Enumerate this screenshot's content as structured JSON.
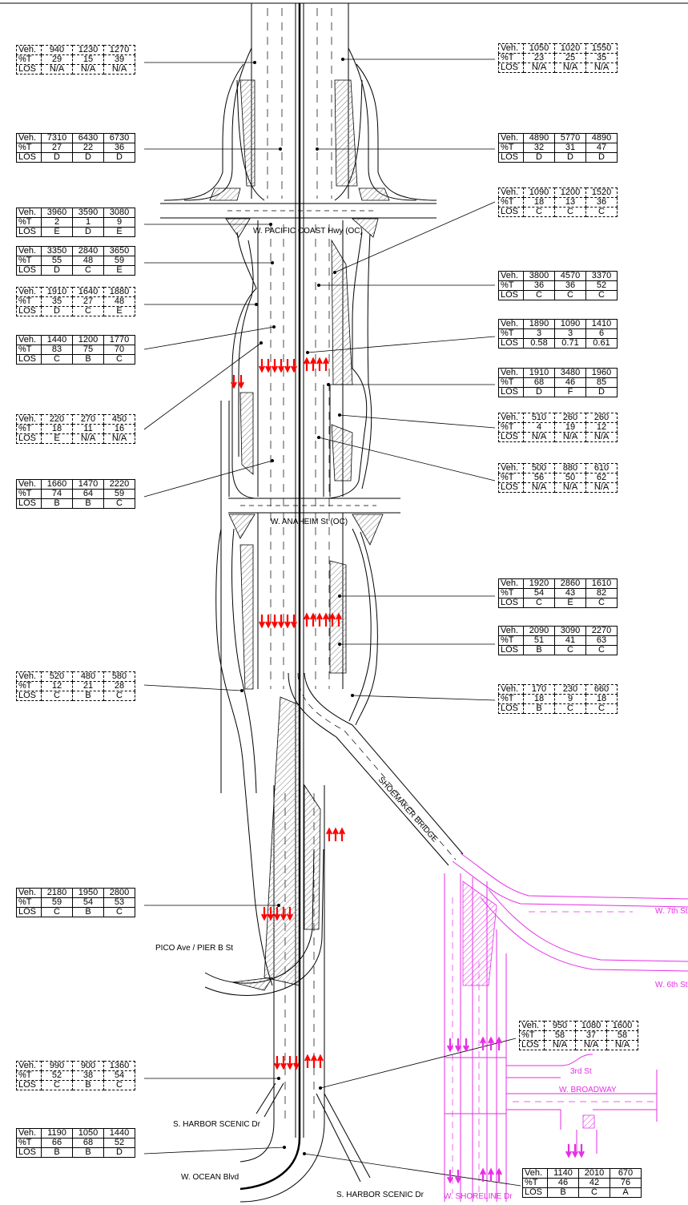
{
  "colors": {
    "ink": "#000000",
    "arrow": "#ff0000",
    "local": "#e62ee6",
    "hatch": "#888888"
  },
  "labels": {
    "pch": "W. PACIFIC COAST Hwy (OC)",
    "anaheim": "W. ANAHEIM St (OC)",
    "shoemaker": "SHOEMAKER BRIDGE",
    "pico": "PICO Ave / PIER B St",
    "harbor1": "S. HARBOR SCENIC Dr",
    "harbor2": "S. HARBOR SCENIC Dr",
    "ocean": "W. OCEAN Blvd",
    "shoreline": "W. SHORELINE Dr",
    "seventh": "W. 7th St",
    "sixth": "W. 6th St",
    "third": "3rd St",
    "broadway": "W. BROADWAY"
  },
  "row_headers": {
    "veh": "Veh.",
    "pt": "%T",
    "los": "LOS"
  },
  "tables": [
    {
      "id": "t1",
      "veh": [
        "940",
        "1230",
        "1270"
      ],
      "pt": [
        "29",
        "15",
        "39"
      ],
      "los": [
        "N/A",
        "N/A",
        "N/A"
      ]
    },
    {
      "id": "t2",
      "veh": [
        "7310",
        "6430",
        "6730"
      ],
      "pt": [
        "27",
        "22",
        "36"
      ],
      "los": [
        "D",
        "D",
        "D"
      ]
    },
    {
      "id": "t3",
      "veh": [
        "3960",
        "3590",
        "3080"
      ],
      "pt": [
        "2",
        "1",
        "9"
      ],
      "los": [
        "E",
        "D",
        "E"
      ]
    },
    {
      "id": "t4",
      "veh": [
        "3350",
        "2840",
        "3650"
      ],
      "pt": [
        "55",
        "48",
        "59"
      ],
      "los": [
        "D",
        "C",
        "E"
      ]
    },
    {
      "id": "t5",
      "veh": [
        "1910",
        "1640",
        "1880"
      ],
      "pt": [
        "35",
        "27",
        "48"
      ],
      "los": [
        "D",
        "C",
        "E"
      ]
    },
    {
      "id": "t6",
      "veh": [
        "1440",
        "1200",
        "1770"
      ],
      "pt": [
        "83",
        "75",
        "70"
      ],
      "los": [
        "C",
        "B",
        "C"
      ]
    },
    {
      "id": "t7",
      "veh": [
        "220",
        "270",
        "450"
      ],
      "pt": [
        "18",
        "11",
        "16"
      ],
      "los": [
        "E",
        "N/A",
        "N/A"
      ]
    },
    {
      "id": "t8",
      "veh": [
        "1660",
        "1470",
        "2220"
      ],
      "pt": [
        "74",
        "64",
        "59"
      ],
      "los": [
        "B",
        "B",
        "C"
      ]
    },
    {
      "id": "t9",
      "veh": [
        "520",
        "480",
        "580"
      ],
      "pt": [
        "12",
        "21",
        "28"
      ],
      "los": [
        "C",
        "B",
        "C"
      ]
    },
    {
      "id": "t10",
      "veh": [
        "2180",
        "1950",
        "2800"
      ],
      "pt": [
        "59",
        "54",
        "53"
      ],
      "los": [
        "C",
        "B",
        "C"
      ]
    },
    {
      "id": "t11",
      "veh": [
        "990",
        "900",
        "1360"
      ],
      "pt": [
        "52",
        "38",
        "54"
      ],
      "los": [
        "C",
        "B",
        "C"
      ]
    },
    {
      "id": "t12",
      "veh": [
        "1190",
        "1050",
        "1440"
      ],
      "pt": [
        "66",
        "68",
        "52"
      ],
      "los": [
        "B",
        "B",
        "D"
      ]
    },
    {
      "id": "t13",
      "veh": [
        "1050",
        "1020",
        "1550"
      ],
      "pt": [
        "23",
        "25",
        "35"
      ],
      "los": [
        "N/A",
        "N/A",
        "N/A"
      ]
    },
    {
      "id": "t14",
      "veh": [
        "4890",
        "5770",
        "4890"
      ],
      "pt": [
        "32",
        "31",
        "47"
      ],
      "los": [
        "D",
        "D",
        "D"
      ]
    },
    {
      "id": "t15",
      "veh": [
        "1090",
        "1200",
        "1520"
      ],
      "pt": [
        "18",
        "13",
        "36"
      ],
      "los": [
        "C",
        "C",
        "C"
      ]
    },
    {
      "id": "t16",
      "veh": [
        "3800",
        "4570",
        "3370"
      ],
      "pt": [
        "36",
        "36",
        "52"
      ],
      "los": [
        "C",
        "C",
        "C"
      ]
    },
    {
      "id": "t17",
      "veh": [
        "1890",
        "1090",
        "1410"
      ],
      "pt": [
        "3",
        "3",
        "6"
      ],
      "los": [
        "0.58",
        "0.71",
        "0.61"
      ]
    },
    {
      "id": "t18",
      "veh": [
        "1910",
        "3480",
        "1960"
      ],
      "pt": [
        "68",
        "46",
        "85"
      ],
      "los": [
        "D",
        "F",
        "D"
      ]
    },
    {
      "id": "t19",
      "veh": [
        "510",
        "260",
        "260"
      ],
      "pt": [
        "4",
        "19",
        "12"
      ],
      "los": [
        "N/A",
        "N/A",
        "N/A"
      ]
    },
    {
      "id": "t20",
      "veh": [
        "500",
        "880",
        "610"
      ],
      "pt": [
        "56",
        "50",
        "62"
      ],
      "los": [
        "N/A",
        "N/A",
        "N/A"
      ]
    },
    {
      "id": "t21",
      "veh": [
        "1920",
        "2860",
        "1610"
      ],
      "pt": [
        "54",
        "43",
        "82"
      ],
      "los": [
        "C",
        "E",
        "C"
      ]
    },
    {
      "id": "t22",
      "veh": [
        "170",
        "230",
        "660"
      ],
      "pt": [
        "18",
        "9",
        "18"
      ],
      "los": [
        "B",
        "C",
        "C"
      ]
    },
    {
      "id": "t23",
      "veh": [
        "2090",
        "3090",
        "2270"
      ],
      "pt": [
        "51",
        "41",
        "63"
      ],
      "los": [
        "B",
        "C",
        "C"
      ]
    },
    {
      "id": "t24",
      "veh": [
        "950",
        "1080",
        "1600"
      ],
      "pt": [
        "58",
        "37",
        "58"
      ],
      "los": [
        "N/A",
        "N/A",
        "N/A"
      ]
    },
    {
      "id": "t25",
      "veh": [
        "1140",
        "2010",
        "670"
      ],
      "pt": [
        "46",
        "42",
        "76"
      ],
      "los": [
        "B",
        "C",
        "A"
      ]
    }
  ]
}
